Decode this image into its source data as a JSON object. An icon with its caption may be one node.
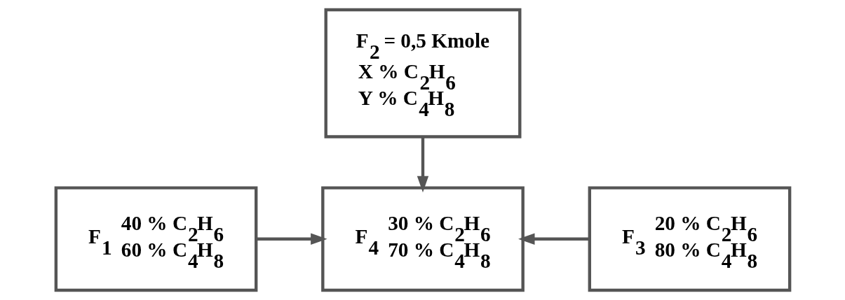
{
  "diagram": {
    "nodes": [
      {
        "text": [
          "F$_{2}$ = 0,5 Kmole",
          "X % C$_{2}$H$_{6}$",
          "Y % C$_{4}$H$_{8}$"
        ]
      },
      {
        "text": [
          "F$_{1}$",
          "40 % C$_{2}$H$_{6}$",
          "60 % C$_{4}$H$_{8}$"
        ]
      },
      {
        "text": [
          "F$_{4}$",
          "30 % C$_{2}$H$_{6}$",
          "70 % C$_{4}$H$_{8}$"
        ]
      },
      {
        "text": [
          "F$_{3}$",
          "20 % C$_{2}$H$_{6}$",
          "80 % C$_{4}$H$_{8}$"
        ]
      }
    ],
    "edges": [
      {
        "from": 0,
        "to": 2,
        "arrow": "to"
      },
      {
        "from": 1,
        "to": 2,
        "arrow": "to"
      },
      {
        "from": 3,
        "to": 2,
        "arrow": "to"
      }
    ]
  }
}
